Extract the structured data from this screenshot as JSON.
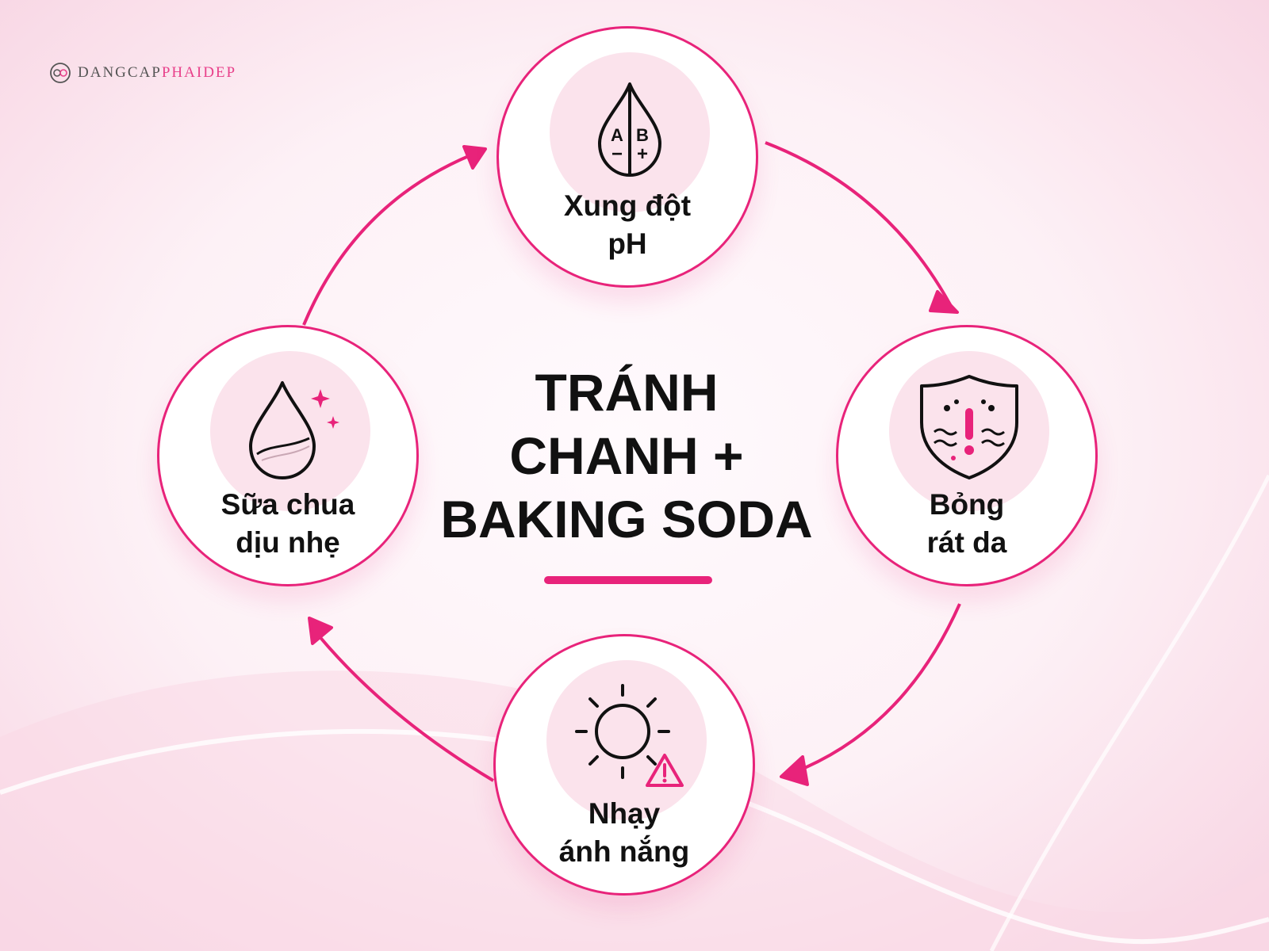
{
  "colors": {
    "accent": "#e8237a",
    "halo": "#fbe3ec",
    "text": "#111111"
  },
  "logo": {
    "part1": "DANGCAP",
    "part2": "PHAIDEP",
    "icon": "logo-icon"
  },
  "title": "TRÁNH\nCHANH +\nBAKING SODA",
  "nodes": {
    "top": {
      "label": "Xung đột\npH",
      "icon": "ph-drop-icon",
      "drop_left": "A",
      "drop_left_sign": "−",
      "drop_right": "B",
      "drop_right_sign": "+"
    },
    "right": {
      "label": "Bỏng\nrát da",
      "icon": "shield-warning-icon"
    },
    "bottom": {
      "label": "Nhạy\nánh nắng",
      "icon": "sun-warning-icon"
    },
    "left": {
      "label": "Sữa chua\ndịu nhẹ",
      "icon": "sparkle-drop-icon"
    }
  }
}
